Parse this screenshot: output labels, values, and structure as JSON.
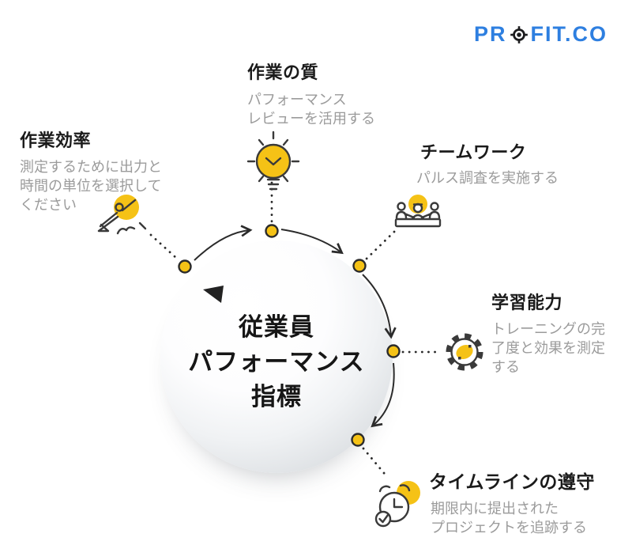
{
  "logo": {
    "part1": "PR",
    "part2": "FIT.CO"
  },
  "center": {
    "lines": [
      "従業員",
      "パフォーマンス",
      "指標"
    ]
  },
  "branches": [
    {
      "id": "work-efficiency",
      "title": "作業効率",
      "lines": [
        "測定するために出力と",
        "時間の単位を選択して",
        "ください"
      ],
      "icon": "flying-person-icon"
    },
    {
      "id": "work-quality",
      "title": "作業の質",
      "lines": [
        "パフォーマンス",
        "レビューを活用する"
      ],
      "icon": "lightbulb-icon"
    },
    {
      "id": "teamwork",
      "title": "チームワーク",
      "lines": [
        "パルス調査を実施する"
      ],
      "icon": "team-meeting-icon"
    },
    {
      "id": "learning-ability",
      "title": "学習能力",
      "lines": [
        "トレーニングの完",
        "了度と効果を測定",
        "する"
      ],
      "icon": "gear-icon"
    },
    {
      "id": "timeline-adherence",
      "title": "タイムラインの遵守",
      "lines": [
        "期限内に提出された",
        "プロジェクトを追跡する"
      ],
      "icon": "alarm-clock-icon"
    }
  ],
  "colors": {
    "accent_yellow": "#f5c216",
    "logo_blue": "#2e7fe0",
    "title_dark": "#1b1b1b",
    "body_gray": "#9b9b9b",
    "stroke_dark": "#3a3a3a",
    "connector_dark": "#2b2b2b",
    "sphere_edge": "#cfd3d6"
  }
}
